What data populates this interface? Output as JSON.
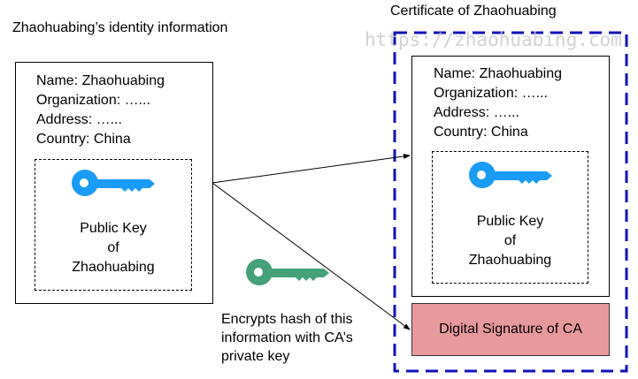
{
  "left": {
    "title": "Zhaohuabing’s identity information",
    "fields": [
      "Name: Zhaohuabing",
      "Organization: …...",
      "Address: …...",
      "Country: China"
    ],
    "key_label": [
      "Public Key",
      "of",
      "Zhaohuabing"
    ]
  },
  "certificate": {
    "title": "Certificate of Zhaohuabing",
    "fields": [
      "Name: Zhaohuabing",
      "Organization: …...",
      "Address: …...",
      "Country: China"
    ],
    "key_label": [
      "Public Key",
      "of",
      "Zhaohuabing"
    ],
    "signature": "Digital Signature of CA"
  },
  "private_key_caption": [
    "Encrypts hash of this",
    "information with CA’s",
    "private key"
  ],
  "watermark": "https://zhaohuabing.com",
  "colors": {
    "public_key": "#1a9bf5",
    "private_key": "#45a178",
    "signature_fill": "#e8999b",
    "certificate_border": "#1010b8"
  }
}
